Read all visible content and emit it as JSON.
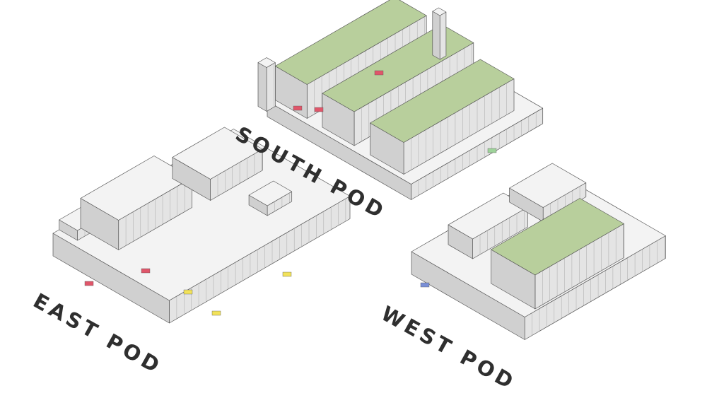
{
  "pods": [
    {
      "id": "south",
      "label": "SOUTH POD"
    },
    {
      "id": "east",
      "label": "EAST POD"
    },
    {
      "id": "west",
      "label": "WEST POD"
    }
  ],
  "colors": {
    "green_roof": "#b8cf9c",
    "roof": "#f3f3f3",
    "wall_front": "#e4e4e4",
    "wall_side": "#d0d0d0",
    "accent_red": "#e0566a",
    "accent_yellow": "#f2e25a",
    "accent_blue": "#7a8fd6",
    "line": "#555555",
    "label": "#2f2f2f"
  }
}
